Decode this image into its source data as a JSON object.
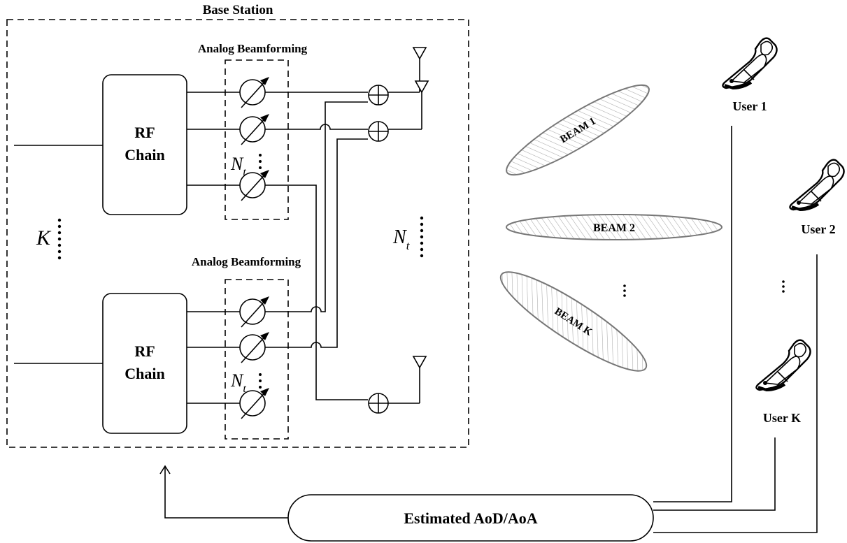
{
  "base_station": {
    "title": "Base Station",
    "rf_chain_top": [
      "RF",
      "Chain"
    ],
    "rf_chain_bottom": [
      "RF",
      "Chain"
    ],
    "analog_top": "Analog Beamforming",
    "analog_bottom": "Analog Beamforming",
    "nt_symbol": "N",
    "nt_sub": "t",
    "k_symbol": "K"
  },
  "beams": [
    "BEAM 1",
    "BEAM 2",
    "BEAM K"
  ],
  "users": [
    "User 1",
    "User 2",
    "User K"
  ],
  "feedback": {
    "label": "Estimated AoD/AoA"
  },
  "colors": {
    "line": "#000000",
    "beam_fill": "#d9d9d9",
    "beam_stroke": "#777777"
  },
  "icons": [
    "phase-shifter-icon",
    "adder-icon",
    "antenna-icon",
    "phone-icon"
  ]
}
